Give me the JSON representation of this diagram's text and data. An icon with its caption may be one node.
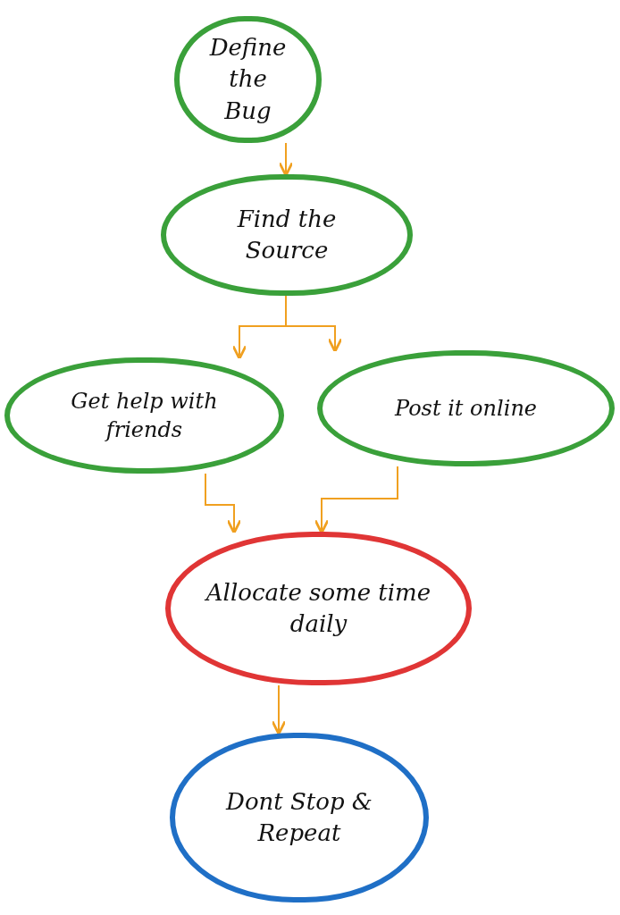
{
  "diagram": {
    "nodes": [
      {
        "text": [
          "Define the Bug"
        ]
      },
      {
        "text": [
          "Find the Source"
        ]
      },
      {
        "text": [
          "Get help with friends"
        ]
      },
      {
        "text": [
          "Post it online"
        ]
      },
      {
        "text": [
          "Allocate some time daily"
        ]
      },
      {
        "text": [
          "Dont Stop & Repeat"
        ]
      }
    ],
    "edges": [
      {
        "from": 0,
        "to": 1,
        "arrow": "to"
      },
      {
        "from": 1,
        "to": 2,
        "arrow": "to"
      },
      {
        "from": 1,
        "to": 3,
        "arrow": "to"
      },
      {
        "from": 2,
        "to": 4,
        "arrow": "to"
      },
      {
        "from": 3,
        "to": 4,
        "arrow": "to"
      },
      {
        "from": 4,
        "to": 5,
        "arrow": "to"
      }
    ]
  }
}
